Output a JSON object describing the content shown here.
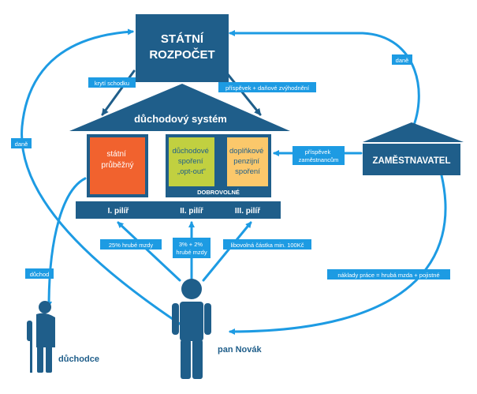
{
  "colors": {
    "navy": "#1f5e8a",
    "arrow_blue": "#1d9be3",
    "label_bg": "#1d9be3",
    "pillar1": "#f1622e",
    "pillar2": "#c1d040",
    "pillar3": "#fbc86b",
    "white": "#ffffff"
  },
  "budget": {
    "line1": "STÁTNÍ",
    "line2": "ROZPOČET"
  },
  "system": {
    "title": "důchodový systém",
    "pillar1_lines": [
      "státní",
      "průběžný"
    ],
    "pillar2_lines": [
      "důchodové",
      "spoření",
      "„opt-out“"
    ],
    "pillar3_lines": [
      "doplňkové",
      "penzijní",
      "spoření"
    ],
    "voluntary": "DOBROVOLNÉ",
    "pillar_labels": [
      "I. pilíř",
      "II. pilíř",
      "III. pilíř"
    ]
  },
  "employer": {
    "label": "ZAMĚSTNAVATEL"
  },
  "labels": {
    "deficit": "krytí schodku",
    "contribution": "příspěvek + daňové zvýhodnění",
    "tax_left": "daně",
    "tax_right": "daně",
    "employer_contribution": [
      "příspěvek",
      "zaměstnancům"
    ],
    "pension": "důchod",
    "gross25": "25% hrubé mzdy",
    "gross3": [
      "3% + 2%",
      "hrubé mzdy"
    ],
    "any_amount": "libovolná částka min. 100Kč",
    "labor_cost": "náklady práce = hrubá mzda + pojistné"
  },
  "people": {
    "retiree": "důchodce",
    "novak": "pan Novák"
  }
}
